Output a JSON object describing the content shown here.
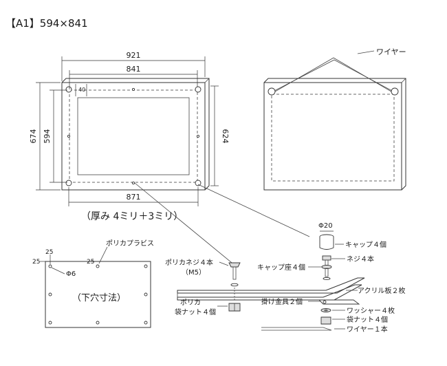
{
  "title": "【A1】594×841",
  "front_view": {
    "dims": {
      "outer_width": "921",
      "inner_width": "841",
      "outer_height": "674",
      "inner_height": "594",
      "right_height": "624",
      "bottom_width": "871",
      "margin": "40"
    },
    "thickness_note": "（厚み 4ミリ＋3ミリ）"
  },
  "back_view": {
    "wire_label": "ワイヤー"
  },
  "polycarbonate_plate": {
    "label": "ポリカプラビス",
    "dim_top": "25",
    "dim_left": "25",
    "dim_inner": "25",
    "hole_label": "Φ6",
    "caption": "（下穴寸法）"
  },
  "parts": {
    "cap_diameter": "Φ20",
    "cap": "キャップ４個",
    "screw4": "ネジ４本",
    "cap_seat": "キャップ座４個",
    "poly_screw": "ポリカネジ４本",
    "poly_screw_size": "（M5）",
    "acrylic": "アクリル板２枚",
    "hanger": "掛け金具２個",
    "washer": "ワッシャー４枚",
    "poly": "ポリカ",
    "poly_nut": "袋ナット４個",
    "nut": "袋ナット４個",
    "wire": "ワイヤー１本"
  }
}
